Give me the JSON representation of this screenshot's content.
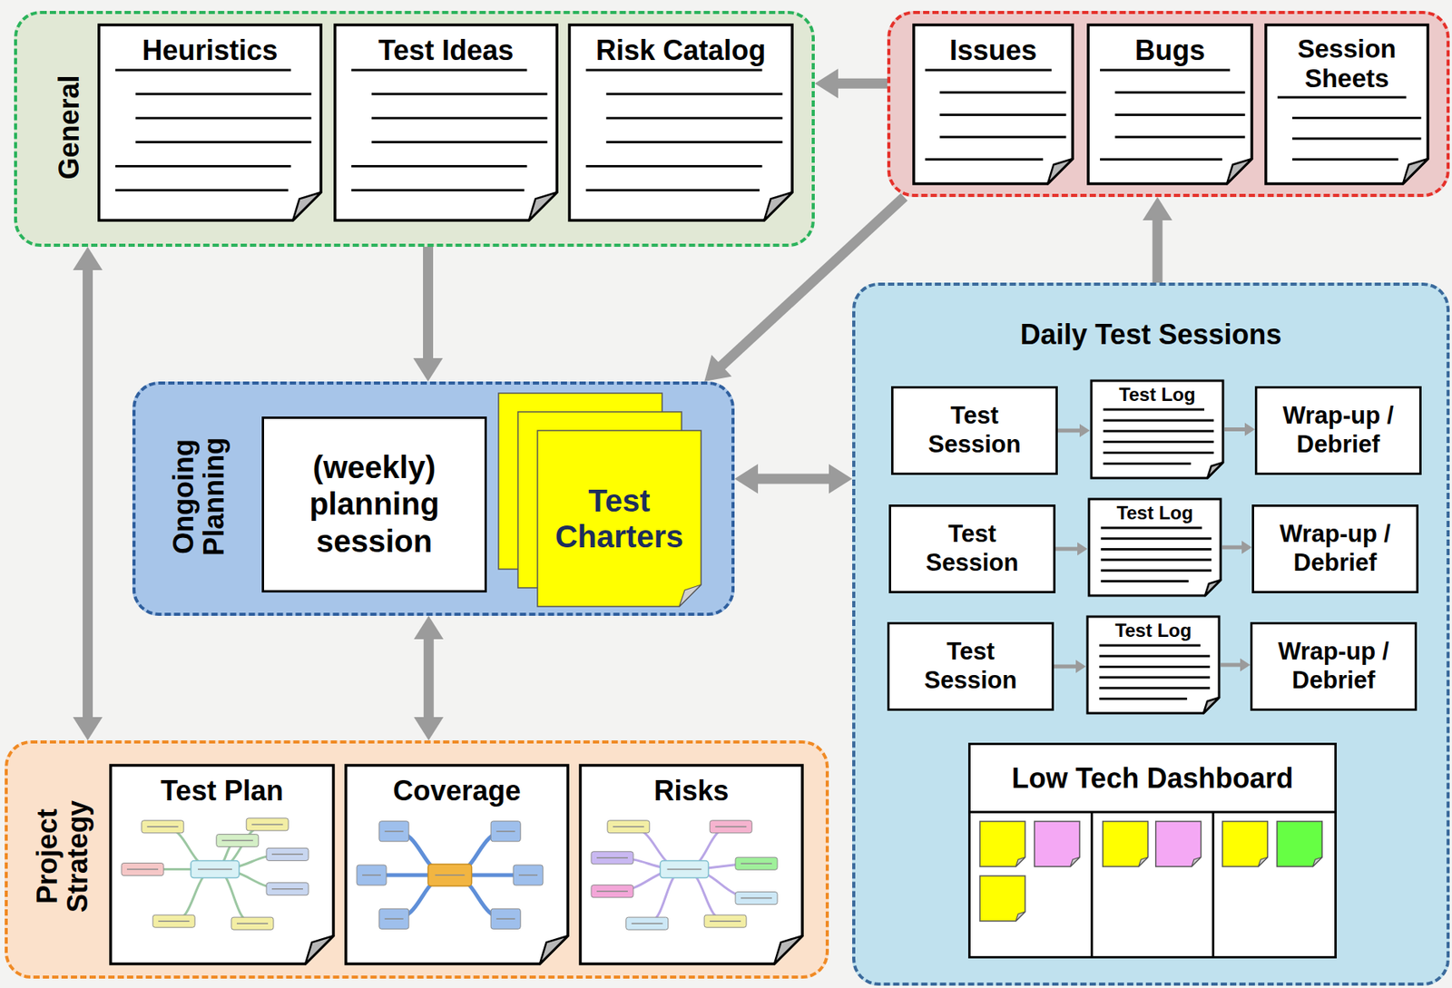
{
  "diagram": {
    "nodes": [
      {
        "text": [
          "General"
        ]
      },
      {
        "text": [
          "Heuristics"
        ],
        "in": 0
      },
      {
        "text": [
          "Test Ideas"
        ],
        "in": 0
      },
      {
        "text": [
          "Risk Catalog"
        ],
        "in": 0
      },
      {
        "text": []
      },
      {
        "text": [
          "Issues"
        ],
        "in": 4
      },
      {
        "text": [
          "Bugs"
        ],
        "in": 4
      },
      {
        "text": [
          "Session Sheets"
        ],
        "in": 4
      },
      {
        "text": [
          "Ongoing Planning"
        ]
      },
      {
        "text": [
          "(weekly) planning session"
        ],
        "in": 8
      },
      {
        "text": [
          "Test Charters"
        ],
        "in": 8
      },
      {
        "text": [
          "Daily Test Sessions"
        ]
      },
      {
        "text": [
          "Test Session"
        ],
        "in": 11
      },
      {
        "text": [
          "Test Log"
        ],
        "in": 11
      },
      {
        "text": [
          "Wrap-up / Debrief"
        ],
        "in": 11
      },
      {
        "text": [
          "Test Session"
        ],
        "in": 11
      },
      {
        "text": [
          "Test Log"
        ],
        "in": 11
      },
      {
        "text": [
          "Wrap-up / Debrief"
        ],
        "in": 11
      },
      {
        "text": [
          "Test Session"
        ],
        "in": 11
      },
      {
        "text": [
          "Test Log"
        ],
        "in": 11
      },
      {
        "text": [
          "Wrap-up / Debrief"
        ],
        "in": 11
      },
      {
        "text": [
          "Low Tech Dashboard"
        ],
        "in": 11
      },
      {
        "text": [
          "Project Strategy"
        ]
      },
      {
        "text": [
          "Test Plan"
        ],
        "in": 22
      },
      {
        "text": [
          "Coverage"
        ],
        "in": 22
      },
      {
        "text": [
          "Risks"
        ],
        "in": 22
      }
    ],
    "edges": [
      {
        "from": 4,
        "to": 0,
        "arrow": "to"
      },
      {
        "from": 0,
        "to": 8,
        "arrow": "to"
      },
      {
        "from": 4,
        "to": 8,
        "arrow": "to"
      },
      {
        "from": 11,
        "to": 4,
        "arrow": "to"
      },
      {
        "from": 8,
        "to": 11,
        "arrow": "both"
      },
      {
        "from": 8,
        "to": 22,
        "arrow": "both"
      },
      {
        "from": 0,
        "to": 22,
        "arrow": "both"
      },
      {
        "from": 12,
        "to": 13,
        "arrow": "to"
      },
      {
        "from": 13,
        "to": 14,
        "arrow": "to"
      },
      {
        "from": 15,
        "to": 16,
        "arrow": "to"
      },
      {
        "from": 16,
        "to": 17,
        "arrow": "to"
      },
      {
        "from": 18,
        "to": 19,
        "arrow": "to"
      },
      {
        "from": 19,
        "to": 20,
        "arrow": "to"
      }
    ]
  }
}
